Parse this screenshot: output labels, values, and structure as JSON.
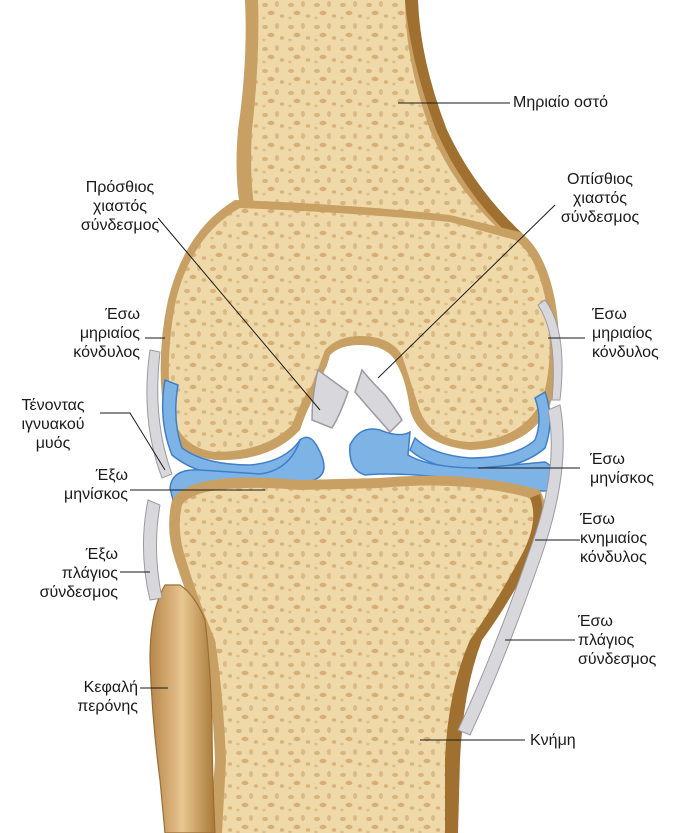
{
  "colors": {
    "bone": "#f0d9a8",
    "bone_edge": "#c9a063",
    "bone_shadow": "#a07030",
    "pores": "#d7b47c",
    "cartilage": "#7eb3e6",
    "cartilage_edge": "#3f7fc9",
    "ligament": "#d8d8dc",
    "ligament_edge": "#9a9aa0",
    "leader": "#1a1a1a"
  },
  "labels": {
    "femur": "Μηριαίο οστό",
    "acl": [
      "Πρόσθιος",
      "χιαστός",
      "σύνδεσμος"
    ],
    "pcl": [
      "Οπίσθιος",
      "χιαστός",
      "σύνδεσμος"
    ],
    "left_condyle": [
      "Έσω",
      "μηριαίος",
      "κόνδυλος"
    ],
    "right_condyle": [
      "Έσω",
      "μηριαίος",
      "κόνδυλος"
    ],
    "tendon": [
      "Τένοντας",
      "ιγνυακού",
      "μυός"
    ],
    "lateral_meniscus": [
      "Έξω",
      "μηνίσκος"
    ],
    "medial_meniscus": [
      "Έσω",
      "μηνίσκος"
    ],
    "tibial_condyle": [
      "Έσω",
      "κνημιαίος",
      "κόνδυλος"
    ],
    "lcl": [
      "Έξω",
      "πλάγιος",
      "σύνδεσμος"
    ],
    "mcl": [
      "Έσω",
      "πλάγιος",
      "σύνδεσμος"
    ],
    "fibula_head": [
      "Κεφαλή",
      "περόνης"
    ],
    "tibia": "Κνήμη"
  }
}
